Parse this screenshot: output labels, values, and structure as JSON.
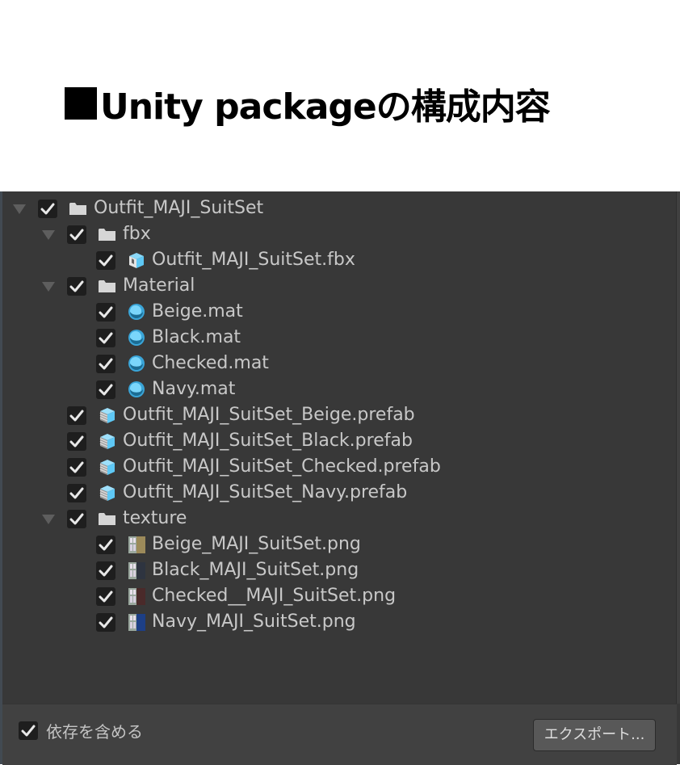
{
  "heading": {
    "bullet": "■",
    "title": "Unity packageの構成内容"
  },
  "tree": {
    "rows": [
      {
        "level": 0,
        "type": "folder",
        "expandable": true,
        "checked": true,
        "label": "Outfit_MAJI_SuitSet"
      },
      {
        "level": 1,
        "type": "folder",
        "expandable": true,
        "checked": true,
        "label": "fbx"
      },
      {
        "level": 2,
        "type": "model",
        "expandable": false,
        "checked": true,
        "label": "Outfit_MAJI_SuitSet.fbx"
      },
      {
        "level": 1,
        "type": "folder",
        "expandable": true,
        "checked": true,
        "label": "Material"
      },
      {
        "level": 2,
        "type": "material",
        "expandable": false,
        "checked": true,
        "label": "Beige.mat"
      },
      {
        "level": 2,
        "type": "material",
        "expandable": false,
        "checked": true,
        "label": "Black.mat"
      },
      {
        "level": 2,
        "type": "material",
        "expandable": false,
        "checked": true,
        "label": "Checked.mat"
      },
      {
        "level": 2,
        "type": "material",
        "expandable": false,
        "checked": true,
        "label": "Navy.mat"
      },
      {
        "level": 1,
        "type": "prefab",
        "expandable": false,
        "checked": true,
        "label": "Outfit_MAJI_SuitSet_Beige.prefab"
      },
      {
        "level": 1,
        "type": "prefab",
        "expandable": false,
        "checked": true,
        "label": "Outfit_MAJI_SuitSet_Black.prefab"
      },
      {
        "level": 1,
        "type": "prefab",
        "expandable": false,
        "checked": true,
        "label": "Outfit_MAJI_SuitSet_Checked.prefab"
      },
      {
        "level": 1,
        "type": "prefab",
        "expandable": false,
        "checked": true,
        "label": "Outfit_MAJI_SuitSet_Navy.prefab"
      },
      {
        "level": 1,
        "type": "folder",
        "expandable": true,
        "checked": true,
        "label": "texture"
      },
      {
        "level": 2,
        "type": "texture",
        "expandable": false,
        "checked": true,
        "label": "Beige_MAJI_SuitSet.png",
        "swatch": "#9c8a5a"
      },
      {
        "level": 2,
        "type": "texture",
        "expandable": false,
        "checked": true,
        "label": "Black_MAJI_SuitSet.png",
        "swatch": "#2e3440"
      },
      {
        "level": 2,
        "type": "texture",
        "expandable": false,
        "checked": true,
        "label": "Checked__MAJI_SuitSet.png",
        "swatch": "#4a2a2a"
      },
      {
        "level": 2,
        "type": "texture",
        "expandable": false,
        "checked": true,
        "label": "Navy_MAJI_SuitSet.png",
        "swatch": "#1d3f86"
      }
    ]
  },
  "footer": {
    "include_dependencies_label": "依存を含める",
    "include_dependencies_checked": true,
    "export_button_label": "エクスポート..."
  },
  "colors": {
    "panel_bg": "#383838",
    "footer_bg": "#414141",
    "text": "#c8c8c8",
    "icon_blue": "#5ec8f5",
    "folder": "#d6d6d6"
  }
}
